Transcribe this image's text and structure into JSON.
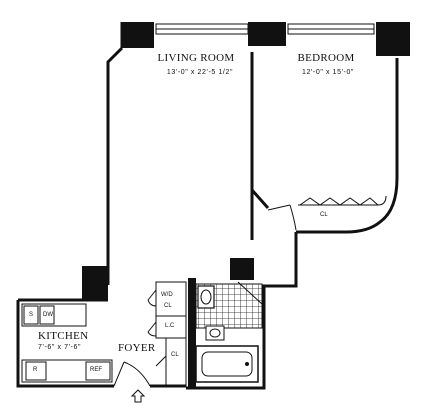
{
  "rooms": {
    "living": {
      "name": "LIVING ROOM",
      "dims": "13'-0\" x 22'-5 1/2\""
    },
    "bedroom": {
      "name": "BEDROOM",
      "dims": "12'-0\" x 15'-0\""
    },
    "kitchen": {
      "name": "KITCHEN",
      "dims": "7'-6\" x 7'-6\""
    },
    "foyer": {
      "name": "FOYER"
    }
  },
  "fixtures": {
    "wd_top": "W/D",
    "wd_bottom": "CL",
    "lc": "L.C",
    "cl_hall": "CL",
    "cl_bedroom": "CL",
    "sink": "S",
    "dishwasher": "DW",
    "range": "R",
    "refrigerator": "REF"
  },
  "colors": {
    "wall": "#111111",
    "background": "#ffffff"
  }
}
